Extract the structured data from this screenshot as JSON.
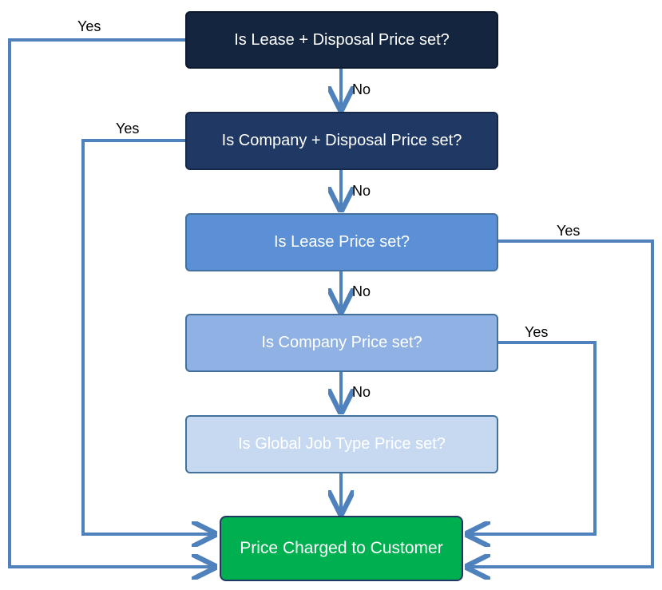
{
  "nodes": {
    "q1": "Is Lease + Disposal Price set?",
    "q2": "Is Company + Disposal Price set?",
    "q3": "Is Lease Price set?",
    "q4": "Is Company Price set?",
    "q5": "Is Global Job Type Price set?",
    "result": "Price Charged to Customer"
  },
  "edge_labels": {
    "no": "No",
    "yes": "Yes"
  },
  "colors": {
    "q1_fill": "#14253f",
    "q2_fill": "#1f3864",
    "q3_fill": "#5b8fd6",
    "q4_fill": "#8fb1e3",
    "q5_fill": "#c6d9f1",
    "result_fill": "#00b050",
    "connector": "#4f81bd"
  }
}
